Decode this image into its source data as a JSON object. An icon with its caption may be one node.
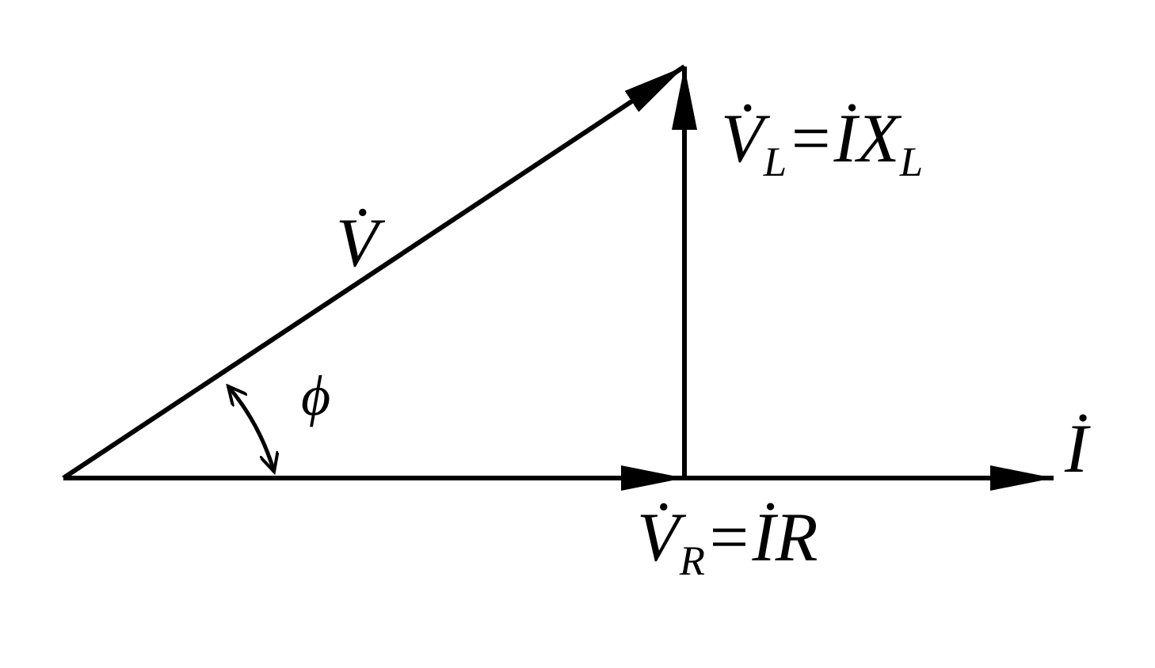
{
  "diagram": {
    "labels": [
      "V̇",
      "V̇$_{L}$=İX$_{L}$",
      "ϕ",
      "İ",
      "V̇$_{R}$=İR"
    ]
  }
}
